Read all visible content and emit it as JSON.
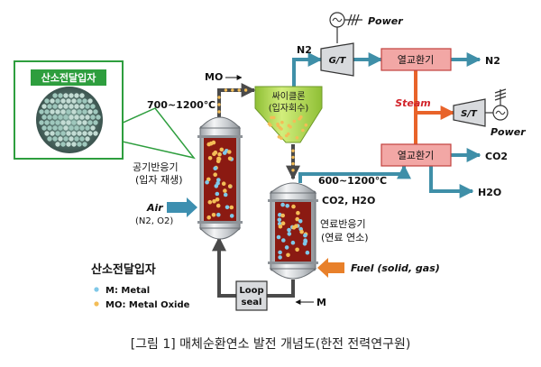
{
  "inset": {
    "title": "산소전달입자"
  },
  "streams": {
    "mo_in": "MO",
    "temp_top": "700~1200℃",
    "n2_mid": "N2",
    "n2_out": "N2",
    "power_top": "Power",
    "power_right": "Power",
    "steam": "Steam",
    "co2_out": "CO2",
    "h2o_out": "H2O",
    "temp_mid": "600~1200℃",
    "co2_h2o": "CO2, H2O",
    "air": "Air",
    "air_sub": "(N2, O2)",
    "fuel": "Fuel (solid, gas)",
    "m_in": "M"
  },
  "units": {
    "cyclone": [
      "싸이클론",
      "(입자회수)"
    ],
    "air_reactor": [
      "공기반응기",
      "(입자 재생)"
    ],
    "fuel_reactor": [
      "연료반응기",
      "(연료 연소)"
    ],
    "gas_turbine": "G/T",
    "steam_turbine": "S/T",
    "hx_top": "열교환기",
    "hx_bottom": "열교환기",
    "loop_seal": [
      "Loop",
      "seal"
    ]
  },
  "legend": {
    "title": "산소전달입자",
    "metal": "M: Metal",
    "metal_oxide": "MO: Metal Oxide"
  },
  "caption": "[그림 1] 매체순환연소 발전 개념도(한전 전력연구원)",
  "colors": {
    "gas_line": "#3f8fa8",
    "solid_line": "#4a4a4a",
    "steam_line": "#e8632a",
    "steam_text": "#d2232a",
    "inset_green": "#2e9e3e",
    "hx_fill": "#f2a7a5",
    "turbine_fill": "#d8dadd",
    "reactor_inner": "#8b1a12",
    "cyclone_fill": "#b8dd57",
    "metal_dot": "#7fc8e8",
    "oxide_dot": "#f3bd57",
    "air_arrow": "#3d8fb0",
    "fuel_arrow": "#e8802a"
  }
}
